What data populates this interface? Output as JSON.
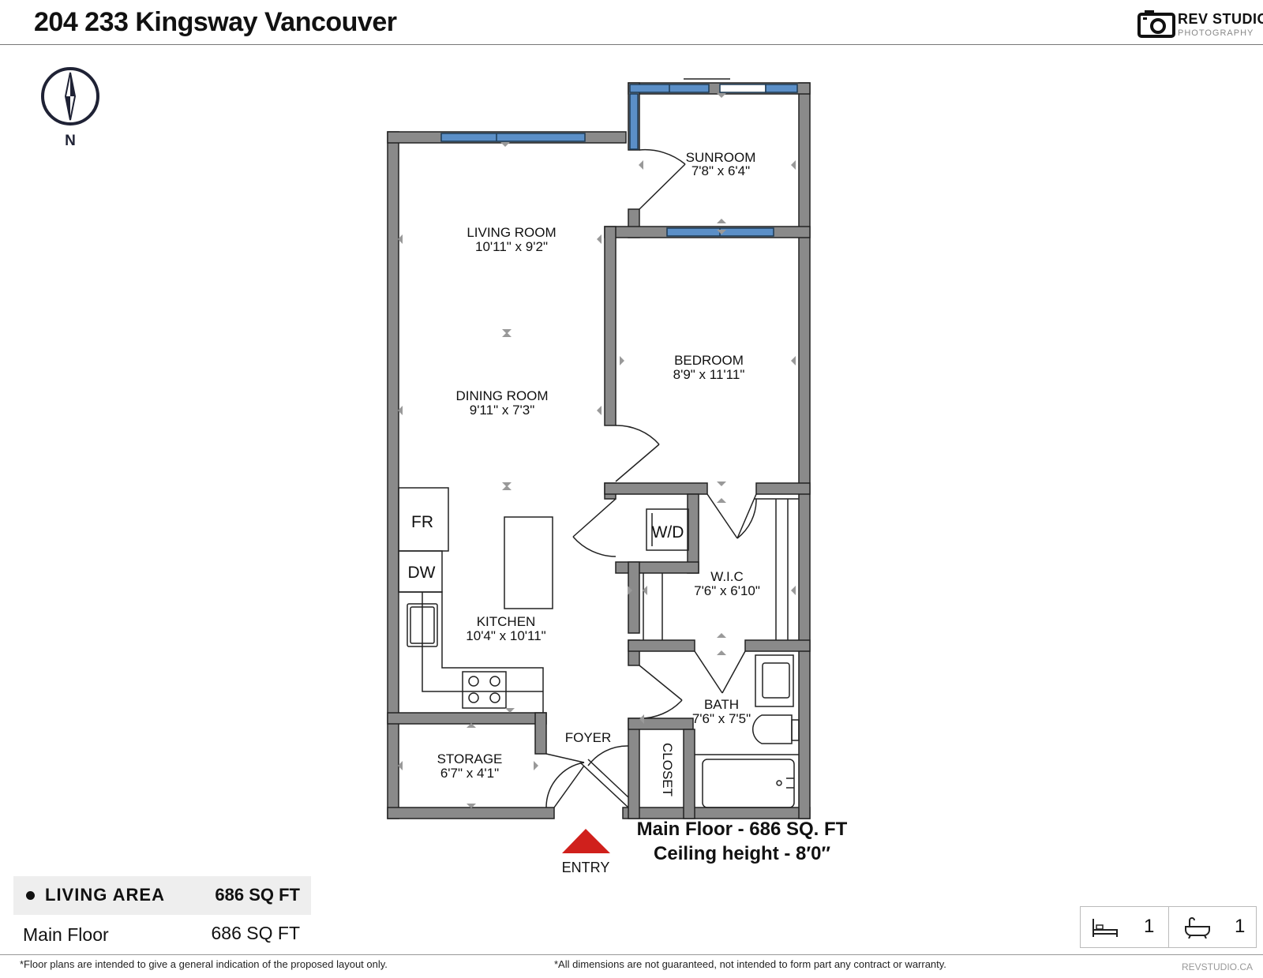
{
  "header": {
    "title": "204 233 Kingsway Vancouver",
    "logo_main": "REV STUDIO",
    "logo_sub": "PHOTOGRAPHY"
  },
  "compass": {
    "label": "N"
  },
  "rooms": {
    "sunroom": {
      "name": "SUNROOM",
      "dims": "7'8\" x 6'4\""
    },
    "living_room": {
      "name": "LIVING ROOM",
      "dims": "10'11\" x 9'2\""
    },
    "bedroom": {
      "name": "BEDROOM",
      "dims": "8'9\" x 11'11\""
    },
    "dining_room": {
      "name": "DINING ROOM",
      "dims": "9'11\" x 7'3\""
    },
    "wic": {
      "name": "W.I.C",
      "dims": "7'6\" x 6'10\""
    },
    "kitchen": {
      "name": "KITCHEN",
      "dims": "10'4\" x 10'11\""
    },
    "bath": {
      "name": "BATH",
      "dims": "7'6\" x 7'5\""
    },
    "storage": {
      "name": "STORAGE",
      "dims": "6'7\" x 4'1\""
    },
    "foyer": {
      "name": "FOYER"
    },
    "closet": {
      "name": "CLOSET"
    }
  },
  "fixtures": {
    "fridge": "FR",
    "dishwasher": "DW",
    "washer_dryer": "W/D"
  },
  "entry": {
    "label": "ENTRY"
  },
  "floor_info": {
    "line1": "Main Floor - 686 SQ. FT",
    "line2": "Ceiling height - 8′0″"
  },
  "summary": {
    "header_label": "LIVING AREA",
    "header_value": "686 SQ FT",
    "rows": [
      {
        "label": "Main Floor",
        "value": "686 SQ FT"
      }
    ]
  },
  "counts": {
    "bedrooms": "1",
    "bathrooms": "1"
  },
  "footer": {
    "left": "*Floor plans are intended to give a general indication of the proposed layout only.",
    "right": "*All dimensions are not guaranteed, not intended to form part any contract or warranty.",
    "brand": "REVSTUDIO.CA"
  },
  "colors": {
    "wall": "#8a8a8a",
    "window": "#5b8fc7",
    "entry_marker": "#d0201c"
  }
}
